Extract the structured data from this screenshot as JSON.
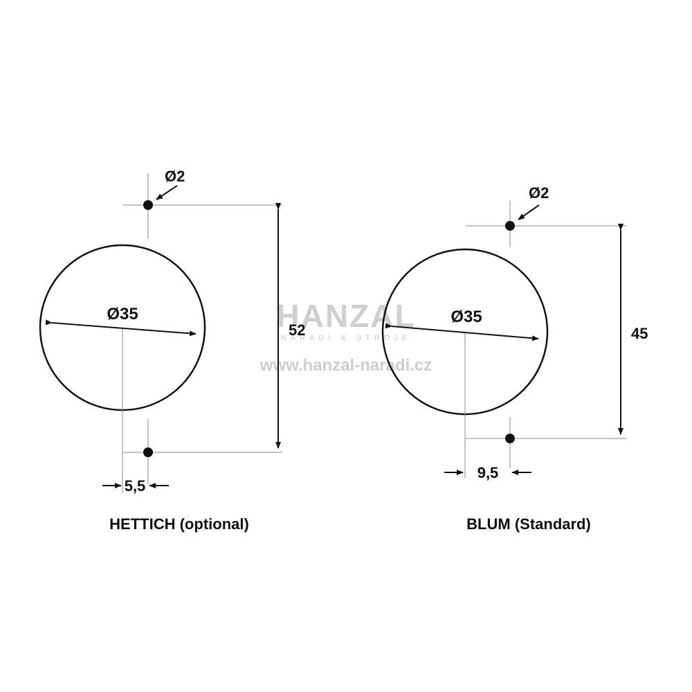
{
  "watermark": {
    "brand": "HANZAL",
    "tagline": "NÁŘADÍ & STROJE",
    "url": "www.hanzal-naradi.cz",
    "color": "#cfcfcf"
  },
  "hettich": {
    "caption": "HETTICH (optional)",
    "pin_diameter": "Ø2",
    "cup_diameter": "Ø35",
    "vertical_distance": "52",
    "horizontal_offset": "5,5"
  },
  "blum": {
    "caption": "BLUM (Standard)",
    "pin_diameter": "Ø2",
    "cup_diameter": "Ø35",
    "vertical_distance": "45",
    "horizontal_offset": "9,5"
  },
  "colors": {
    "line": "#111111",
    "guide": "#8a8a8a",
    "background": "#ffffff"
  }
}
